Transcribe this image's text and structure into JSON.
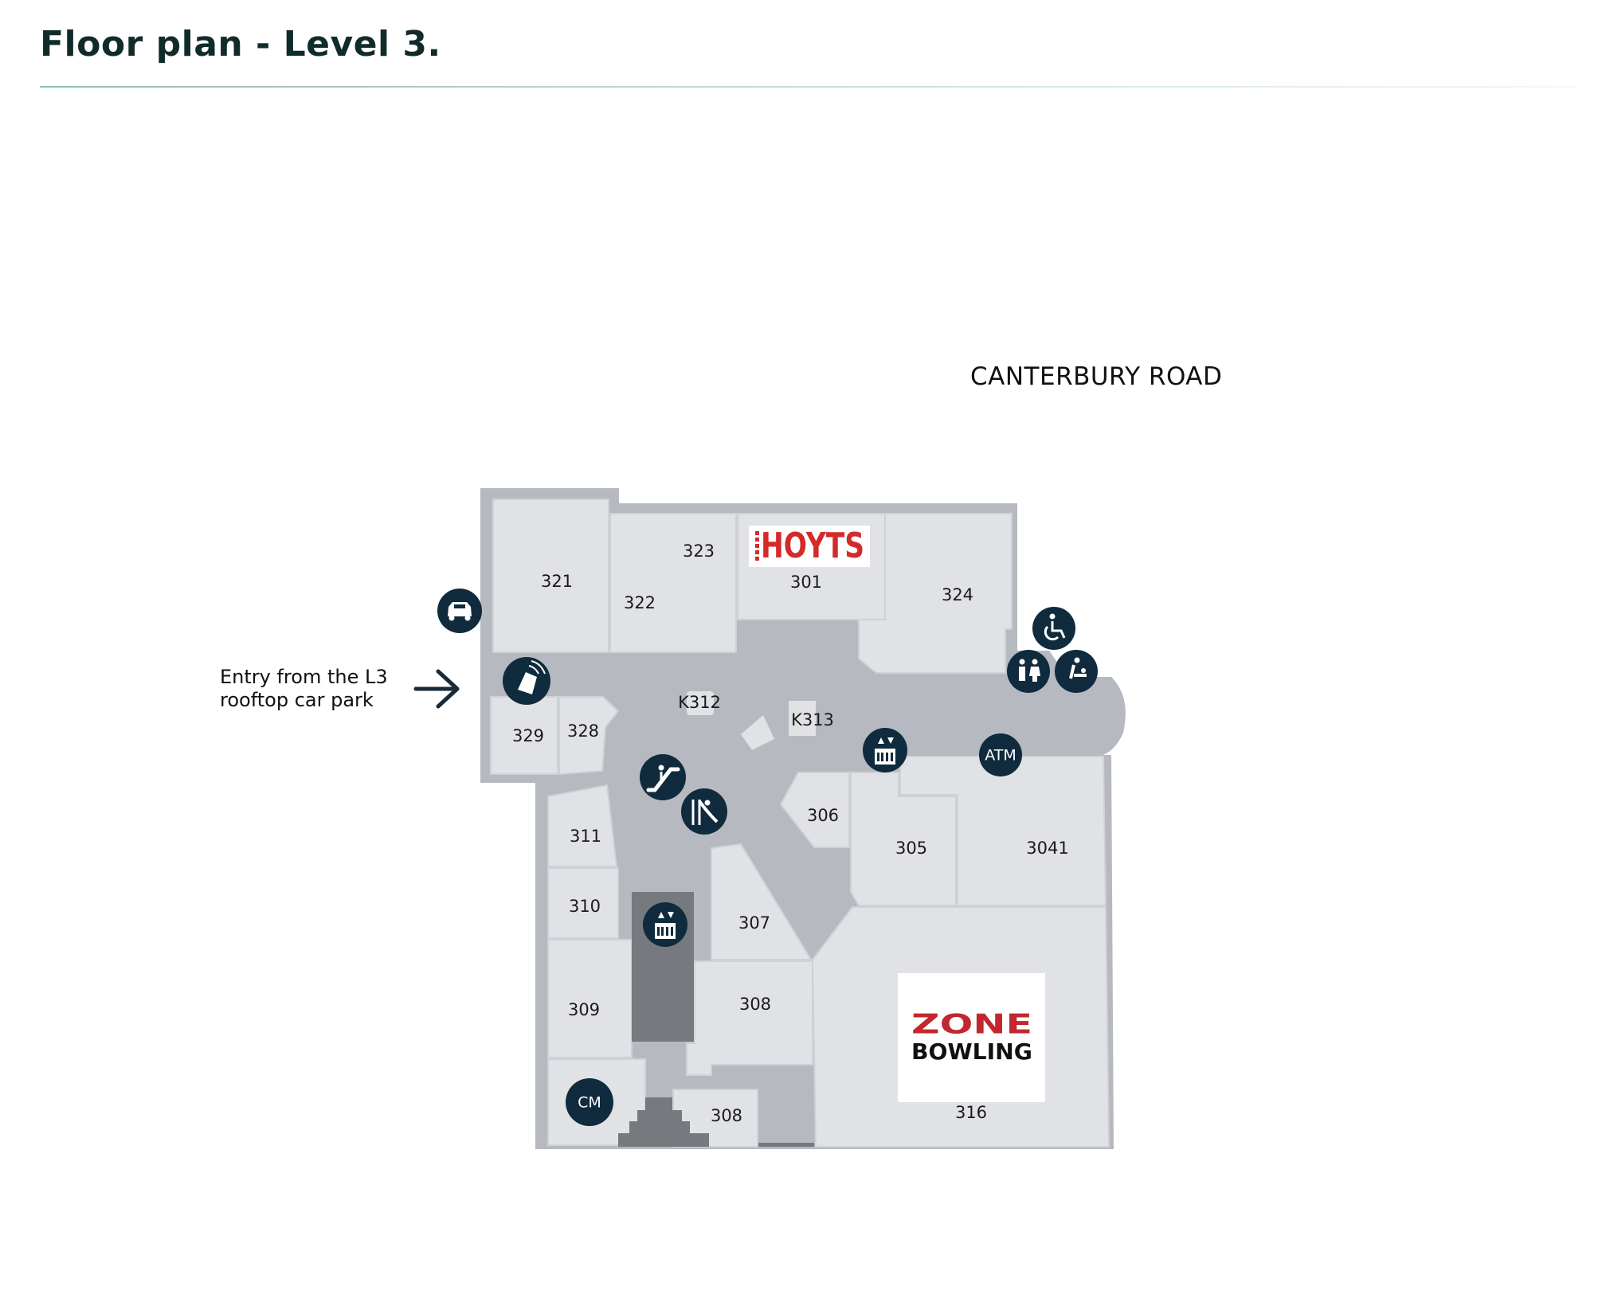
{
  "page": {
    "title": "Floor plan - Level 3."
  },
  "map": {
    "street": "CANTERBURY ROAD",
    "entry_note": {
      "line1": "Entry from the L3",
      "line2": "rooftop car park"
    },
    "units": {
      "u321": "321",
      "u322": "322",
      "u323": "323",
      "u301": "301",
      "u324": "324",
      "uK312": "K312",
      "uK313": "K313",
      "u329": "329",
      "u328": "328",
      "u311": "311",
      "u310": "310",
      "u309": "309",
      "u306": "306",
      "u305": "305",
      "u3041": "3041",
      "u307": "307",
      "u308a": "308",
      "u308b": "308",
      "u316": "316"
    },
    "logos": {
      "hoyts": "HOYTS",
      "zone_line1": "ZONE",
      "zone_line2": "BOWLING"
    },
    "facility_icons": {
      "atm": "ATM",
      "cm": "CM",
      "taxi": "taxi-icon",
      "tap": "tap-to-pay-icon",
      "escalator": "escalator-icon",
      "playground": "playground-slide-icon",
      "lift": "lift-icon",
      "accessible": "accessible-icon",
      "toilets": "toilets-icon",
      "parents_room": "parents-room-icon"
    },
    "colors": {
      "building_outline": "#b7b9c1",
      "mall_corridor": "#b7b9c1",
      "tenancy": "#e1e2e5",
      "lift_shaft": "#767a7e",
      "icon_badge": "#0f2b3d",
      "hoyts_red": "#d42a2a",
      "zone_red": "#c1272d"
    }
  }
}
